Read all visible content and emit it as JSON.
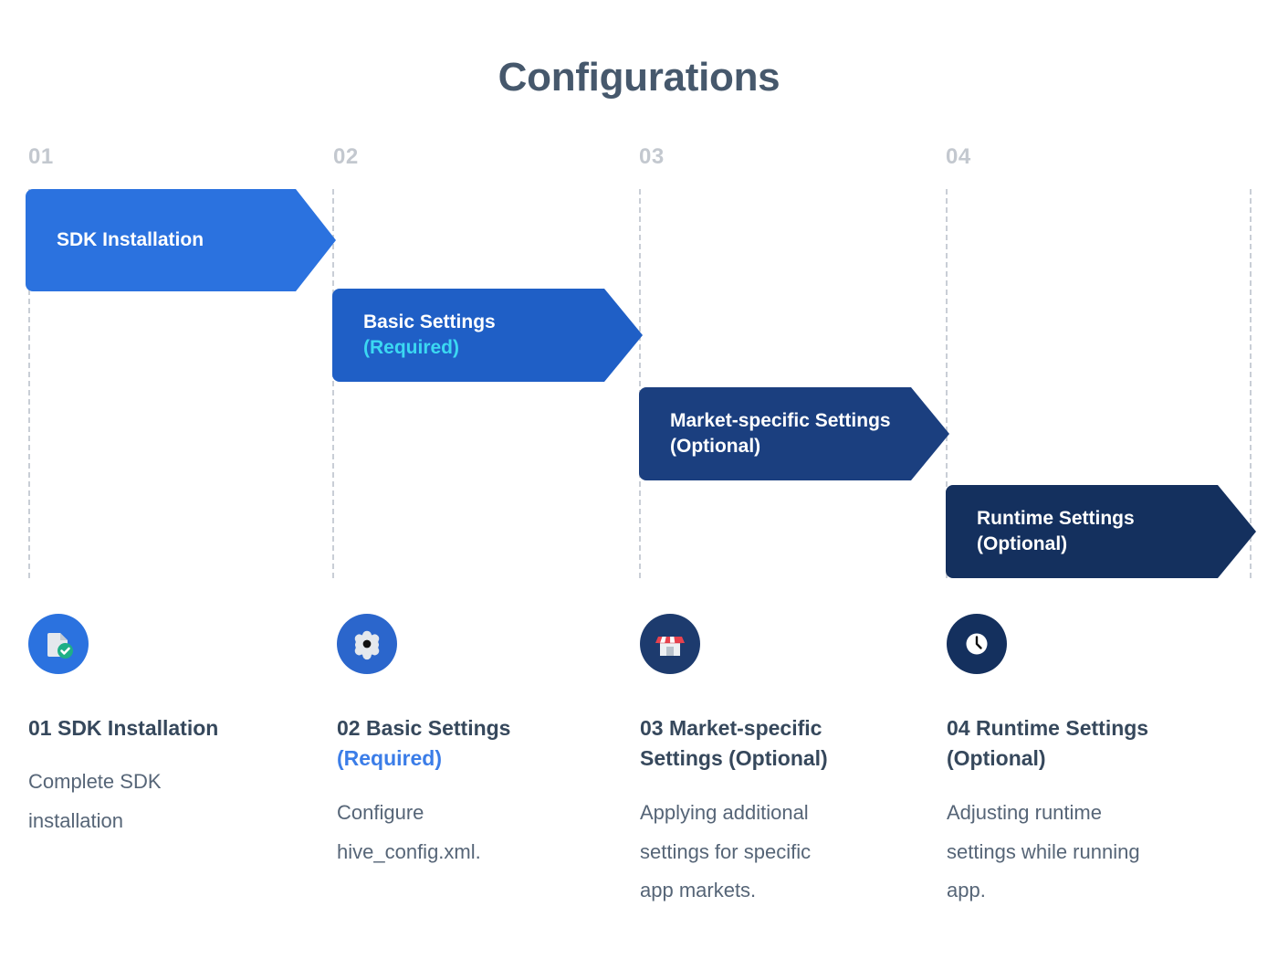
{
  "header": {
    "title": "Configurations"
  },
  "colors": {
    "title": "#46586c",
    "step_number": "#c3c8cf",
    "rail": "#c9ced6",
    "arrow_1": "#2b72df",
    "arrow_2": "#1f5fc6",
    "arrow_3": "#1b3f7f",
    "arrow_4": "#14305e",
    "accent_cyan": "#3bd8f2",
    "accent_blue": "#3b7de8",
    "heading": "#36485c",
    "body": "#566577",
    "check_green": "#1eaf86",
    "awning_red": "#e8424e"
  },
  "steps": [
    {
      "number": "01",
      "arrow_title": "SDK Installation",
      "arrow_sub": "",
      "arrow_sub_style": "none",
      "icon": "document-check-icon",
      "icon_bg": "#2b72df",
      "heading_main": "01 SDK Installation",
      "heading_accent": "",
      "body": "Complete SDK\ninstallation"
    },
    {
      "number": "02",
      "arrow_title": "Basic Settings",
      "arrow_sub": "(Required)",
      "arrow_sub_style": "cyan",
      "icon": "gear-icon",
      "icon_bg": "#2b66cc",
      "heading_main": "02 Basic Settings",
      "heading_accent": "(Required)",
      "body": "Configure\nhive_config.xml."
    },
    {
      "number": "03",
      "arrow_title": "Market-specific Settings",
      "arrow_sub": "(Optional)",
      "arrow_sub_style": "white",
      "icon": "storefront-icon",
      "icon_bg": "#1d3b6e",
      "heading_main": "03 Market-specific\nSettings (Optional)",
      "heading_accent": "",
      "body": "Applying additional\nsettings for specific\napp markets."
    },
    {
      "number": "04",
      "arrow_title": "Runtime Settings",
      "arrow_sub": "(Optional)",
      "arrow_sub_style": "white",
      "icon": "clock-icon",
      "icon_bg": "#14305e",
      "heading_main": "04 Runtime Settings\n(Optional)",
      "heading_accent": "",
      "body": "Adjusting runtime\nsettings while running\napp."
    }
  ]
}
